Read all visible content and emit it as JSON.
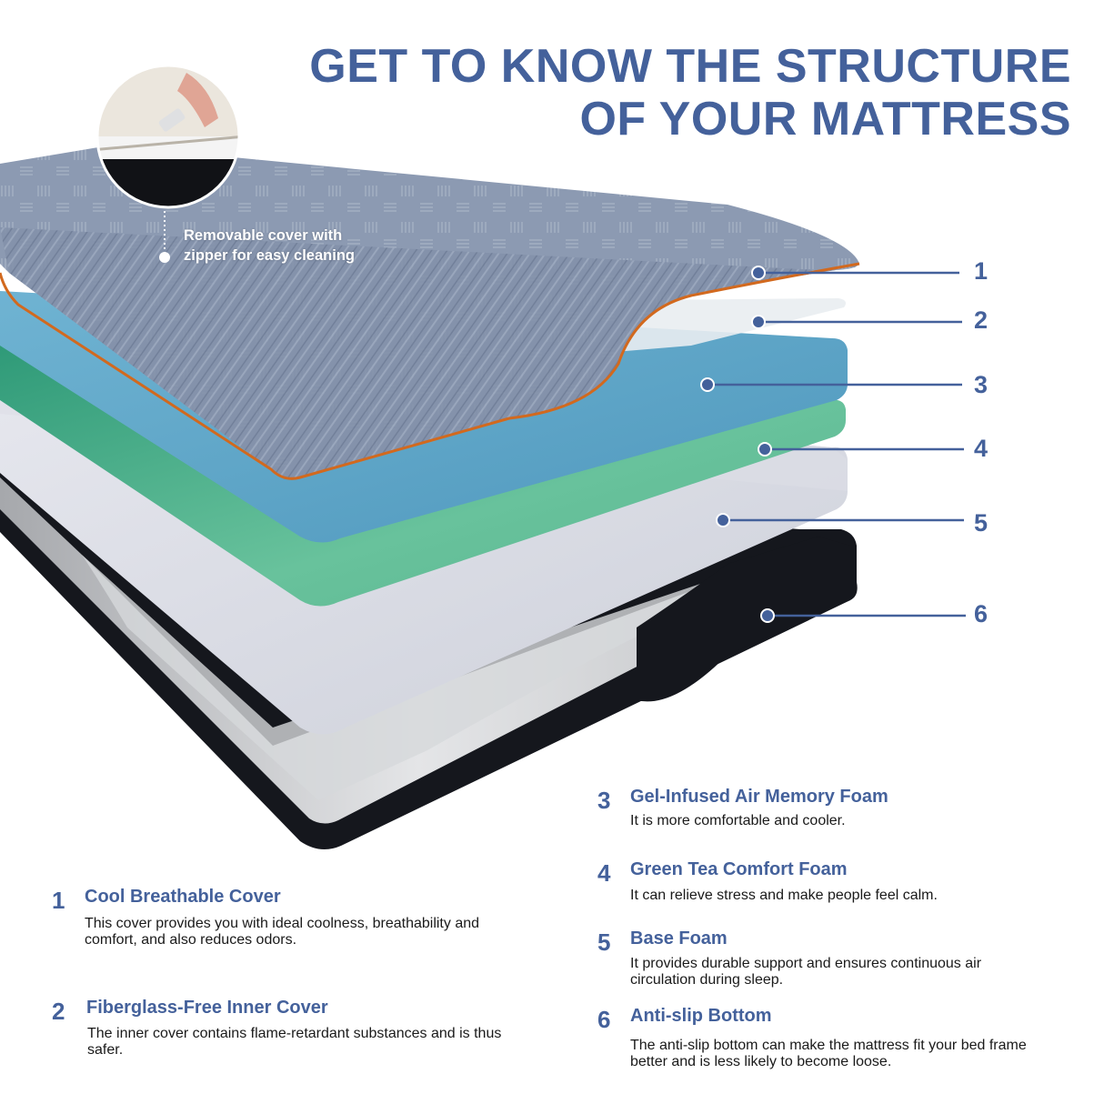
{
  "title": {
    "line1": "GET TO KNOW THE STRUCTURE",
    "line2": "OF YOUR MATTRESS"
  },
  "cover_note": {
    "line1": "Removable cover with",
    "line2": "zipper for easy cleaning"
  },
  "callouts": [
    "1",
    "2",
    "3",
    "4",
    "5",
    "6"
  ],
  "colors": {
    "accent": "#44619b",
    "cover": "#8392ab",
    "piping": "#d2691e",
    "gel_foam": "#5ea6c8",
    "green_tea_foam": "#66be98",
    "base_foam": "#d3d5de",
    "inner_cover": "#c9cbcf",
    "anti_slip": "#14161c"
  },
  "features": [
    {
      "num": "1",
      "title": "Cool Breathable Cover",
      "desc": "This cover provides you with ideal coolness, breathability and comfort, and also reduces odors."
    },
    {
      "num": "2",
      "title": "Fiberglass-Free Inner Cover",
      "desc": "The inner cover contains flame-retardant substances and is thus safer."
    },
    {
      "num": "3",
      "title": "Gel-Infused Air Memory Foam",
      "desc": "It is more comfortable and cooler."
    },
    {
      "num": "4",
      "title": "Green Tea Comfort Foam",
      "desc": "It can relieve stress and make people feel calm."
    },
    {
      "num": "5",
      "title": "Base Foam",
      "desc": "It provides durable support and ensures continuous air circulation during sleep."
    },
    {
      "num": "6",
      "title": "Anti-slip Bottom",
      "desc": "The anti-slip bottom can make the mattress fit your bed frame better and is less likely to become loose."
    }
  ]
}
